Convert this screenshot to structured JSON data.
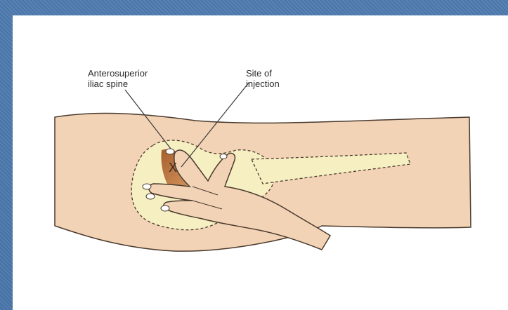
{
  "labels": {
    "anterosuperior_iliac_spine": "Anterosuperior\niliac spine",
    "site_of_injection": "Site of\ninjection",
    "injection_mark": "X"
  },
  "colors": {
    "frame": "#4f7bb0",
    "skin": "#f3d3b5",
    "bone": "#f6efc2",
    "injection_site": "#b8692c",
    "outline": "#4a3a2e"
  }
}
